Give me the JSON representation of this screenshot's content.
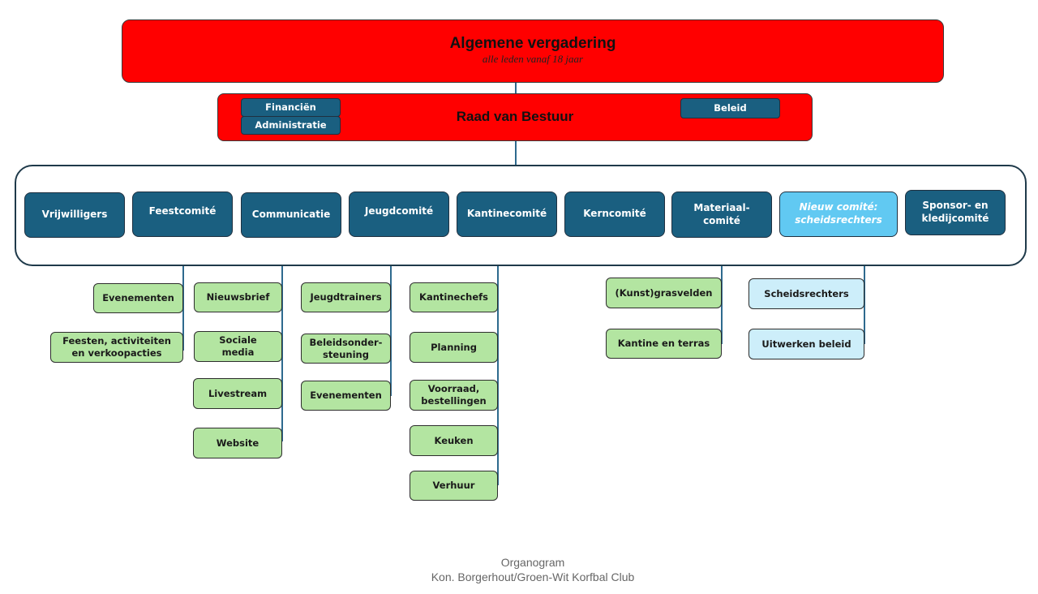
{
  "top": {
    "title": "Algemene vergadering",
    "subtitle": "alle leden vanaf 18 jaar"
  },
  "board": {
    "title": "Raad van Bestuur",
    "left_items": [
      "Financiën",
      "Administratie"
    ],
    "right_item": "Beleid"
  },
  "committees": [
    {
      "label": "Vrijwilligers",
      "children": []
    },
    {
      "label": "Feestcomité",
      "children": [
        "Evenementen",
        "Feesten, activiteiten en verkoopacties"
      ]
    },
    {
      "label": "Communicatie",
      "children": [
        "Nieuwsbrief",
        "Sociale media",
        "Livestream",
        "Website"
      ]
    },
    {
      "label": "Jeugdcomité",
      "children": [
        "Jeugdtrainers",
        "Beleidsonder-steuning",
        "Evenementen"
      ]
    },
    {
      "label": "Kantinecomité",
      "children": [
        "Kantinechefs",
        "Planning",
        "Voorraad, bestellingen",
        "Keuken",
        "Verhuur"
      ]
    },
    {
      "label": "Kerncomité",
      "children": []
    },
    {
      "label": "Materiaal-comité",
      "children": [
        "(Kunst)grasvelden",
        "Kantine en terras"
      ]
    },
    {
      "label": "Nieuw comité: scheidsrechters",
      "children": [
        "Scheidsrechters",
        "Uitwerken beleid"
      ]
    },
    {
      "label": "Sponsor- en kledijcomité",
      "children": []
    }
  ],
  "footer": {
    "line1": "Organogram",
    "line2": "Kon. Borgerhout/Groen-Wit Korfbal Club"
  },
  "colors": {
    "red": "#ff0000",
    "dark_blue": "#1a5f80",
    "light_blue": "#61c9f2",
    "green": "#b3e5a1",
    "pale_blue": "#cdeefa"
  }
}
